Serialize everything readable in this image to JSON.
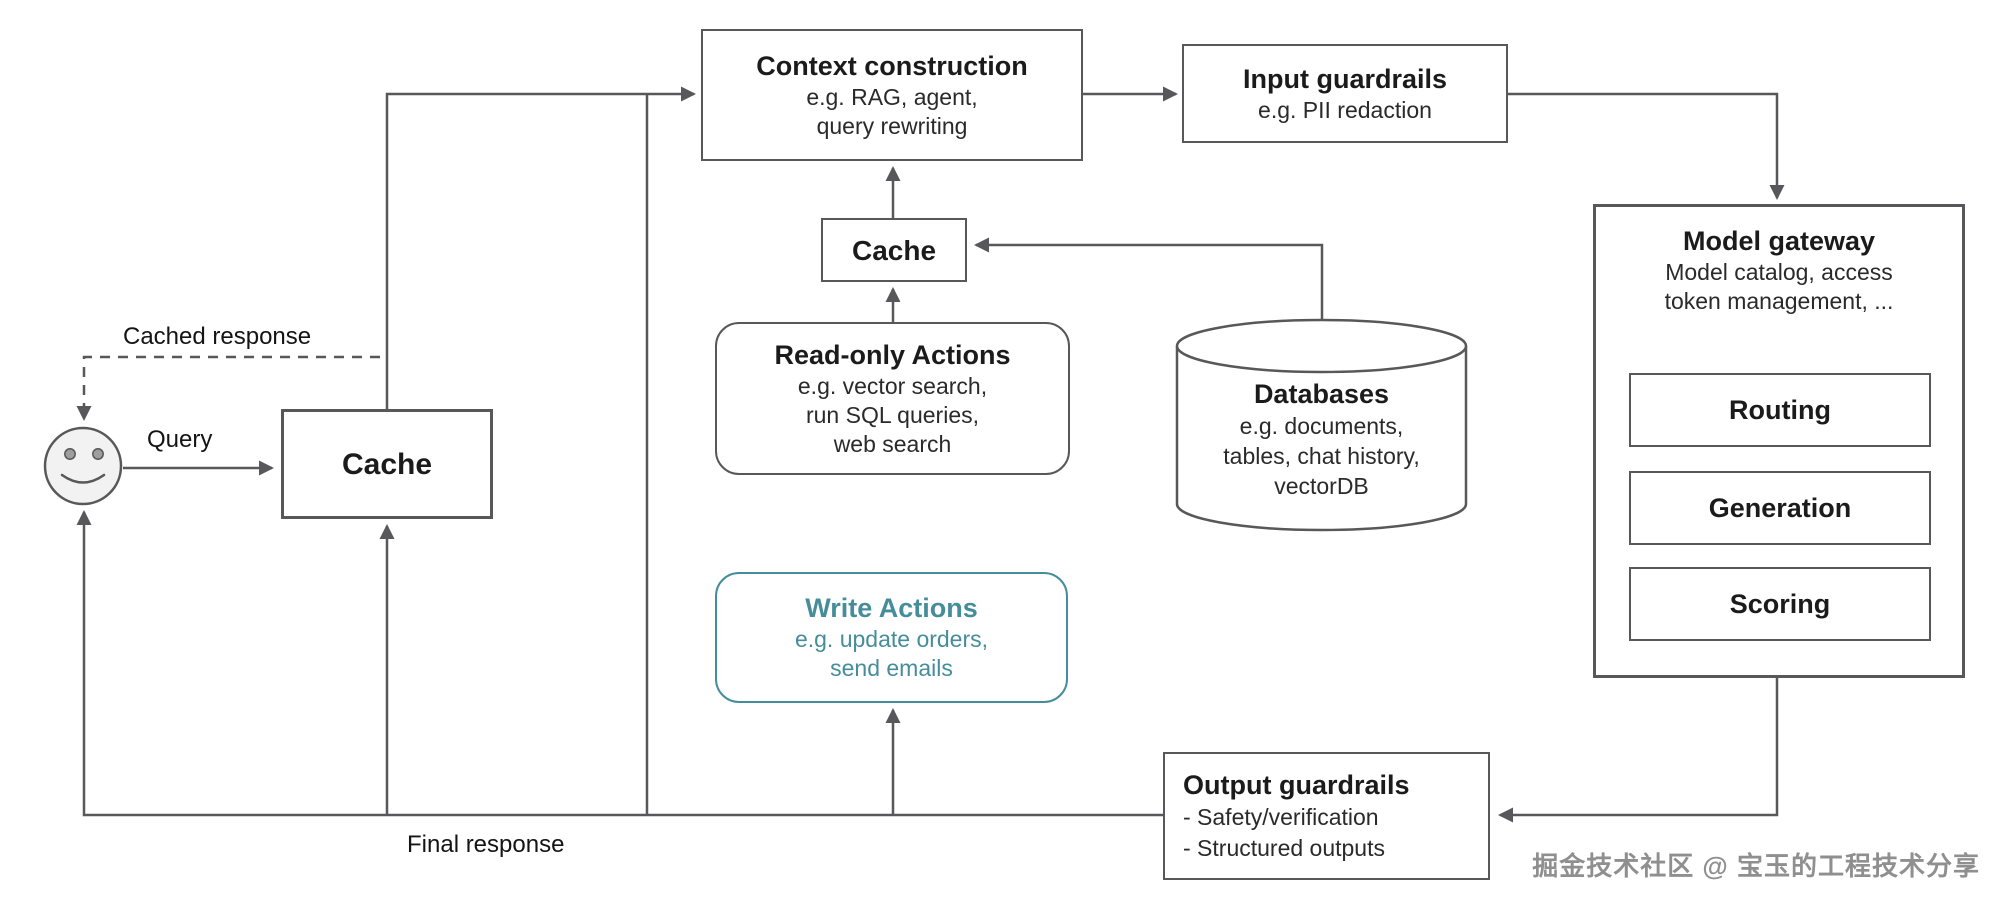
{
  "colors": {
    "line_gray": "#58585a",
    "teal_accent": "#468d9b",
    "text_dark": "#1b1b1b",
    "watermark_gray": "#8f8f8f",
    "smiley_fill": "#f2f2f2"
  },
  "nodes": {
    "context_construction": {
      "title": "Context construction",
      "lines": [
        "e.g. RAG, agent,",
        "query rewriting"
      ]
    },
    "input_guardrails": {
      "title": "Input guardrails",
      "lines": [
        "e.g. PII redaction"
      ]
    },
    "cache_top": {
      "title": "Cache"
    },
    "read_only_actions": {
      "title": "Read-only Actions",
      "lines": [
        "e.g. vector search,",
        "run SQL queries,",
        "web search"
      ]
    },
    "databases": {
      "title": "Databases",
      "lines": [
        "e.g. documents,",
        "tables, chat history,",
        "vectorDB"
      ]
    },
    "write_actions": {
      "title": "Write Actions",
      "lines": [
        "e.g. update orders,",
        "send emails"
      ]
    },
    "model_gateway": {
      "title": "Model gateway",
      "lines": [
        "Model catalog, access",
        "token management, ..."
      ],
      "children": [
        "Routing",
        "Generation",
        "Scoring"
      ]
    },
    "output_guardrails": {
      "title": "Output guardrails",
      "lines": [
        "- Safety/verification",
        "- Structured outputs"
      ]
    },
    "cache_user": {
      "title": "Cache"
    },
    "user": {
      "icon": "smiley-face"
    }
  },
  "edge_labels": {
    "query": "Query",
    "cached_response": "Cached response",
    "final_response": "Final response"
  },
  "watermark": "掘金技术社区 @ 宝玉的工程技术分享"
}
